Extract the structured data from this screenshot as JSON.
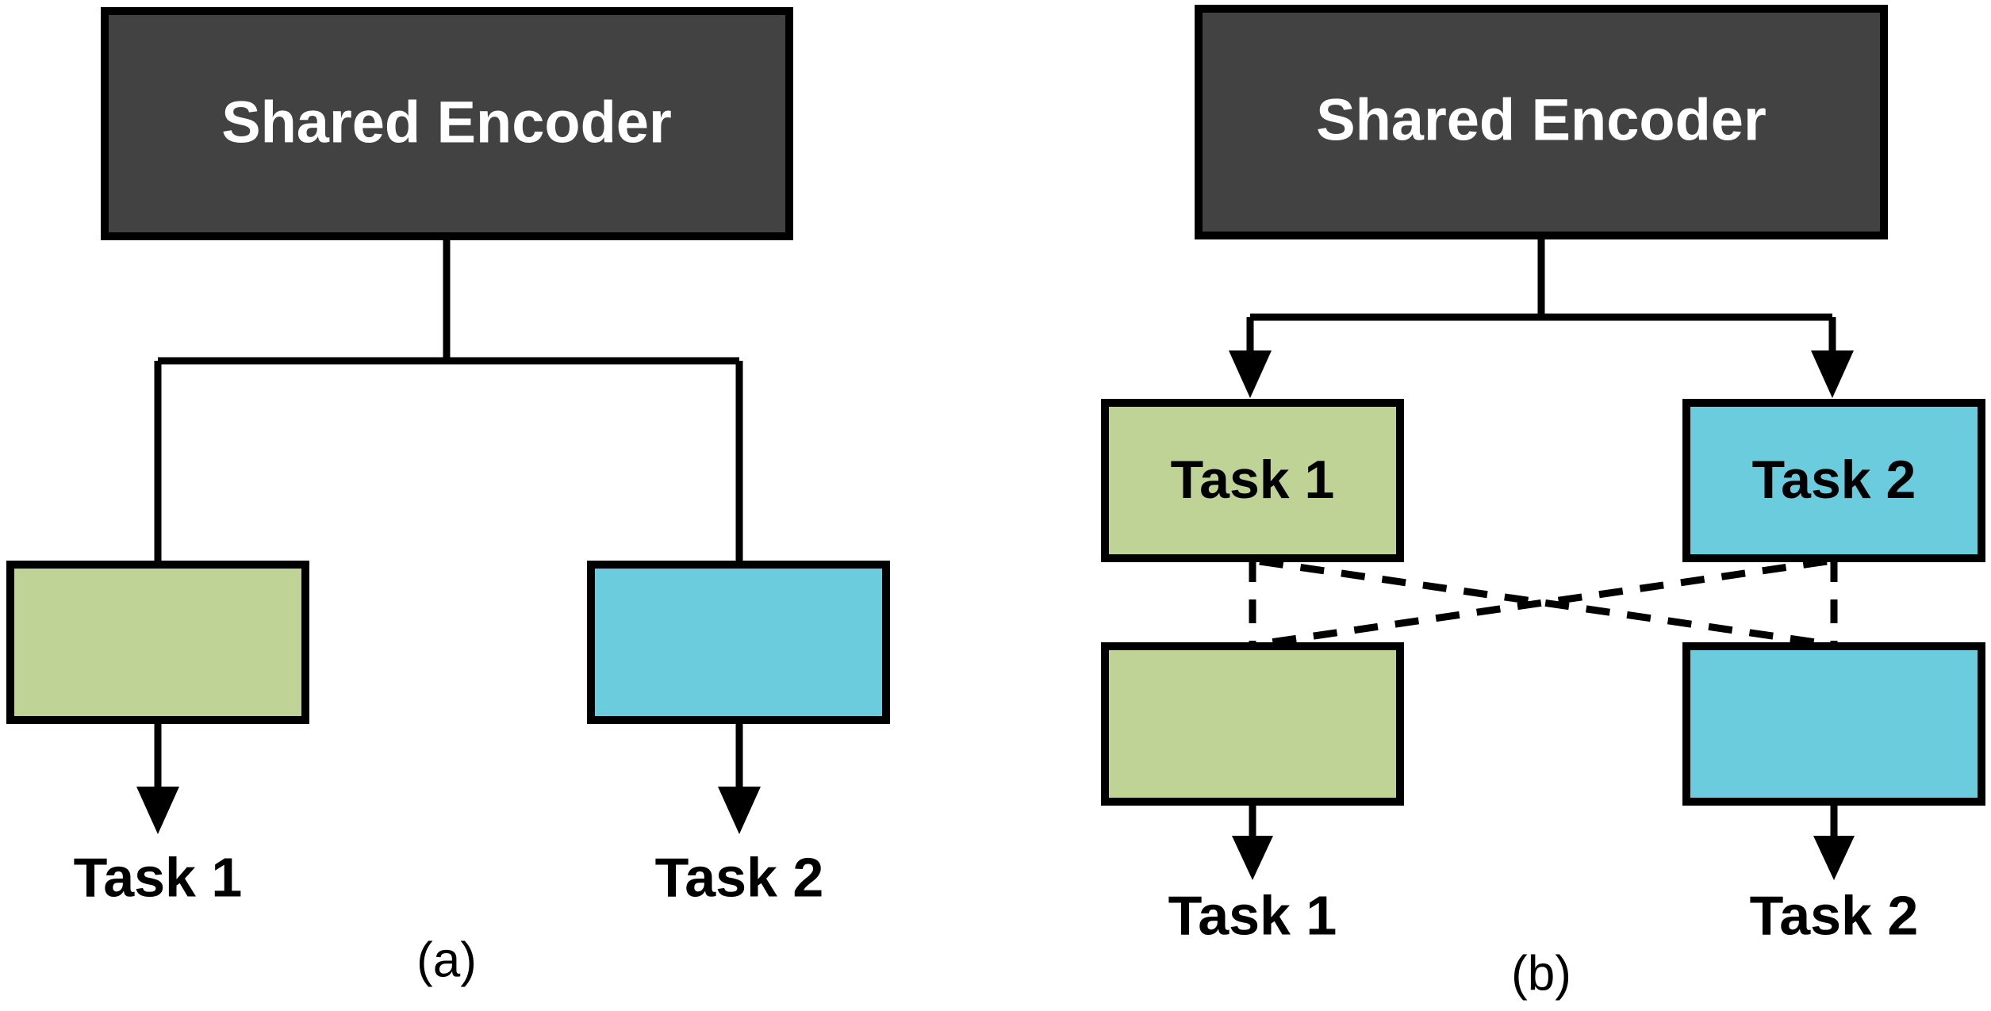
{
  "figure": {
    "background_color": "#ffffff",
    "colors": {
      "encoder_fill": "#424242",
      "encoder_text": "#ffffff",
      "task1_fill": "#bed395",
      "task2_fill": "#6bccde",
      "stroke": "#000000"
    }
  },
  "panel_a": {
    "caption": "(a)",
    "encoder": {
      "label": "Shared Encoder"
    },
    "branch_task1": {
      "label": ""
    },
    "branch_task2": {
      "label": ""
    },
    "output_task1": {
      "label": "Task 1"
    },
    "output_task2": {
      "label": "Task 2"
    }
  },
  "panel_b": {
    "caption": "(b)",
    "encoder": {
      "label": "Shared Encoder"
    },
    "head1_top": {
      "label": "Task 1"
    },
    "head2_top": {
      "label": "Task 2"
    },
    "head1_bottom": {
      "label": ""
    },
    "head2_bottom": {
      "label": ""
    },
    "output_task1": {
      "label": "Task 1"
    },
    "output_task2": {
      "label": "Task 2"
    }
  }
}
